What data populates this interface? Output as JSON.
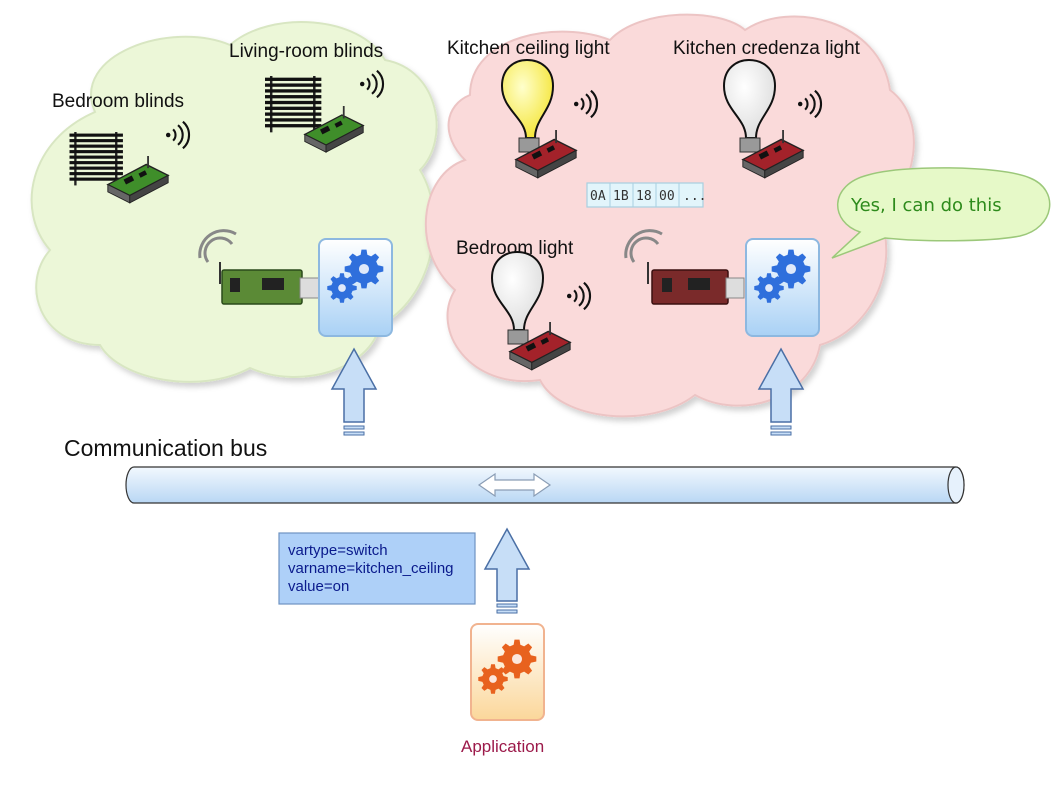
{
  "zones": {
    "left": {
      "devices": {
        "bedroom_blinds": "Bedroom blinds",
        "living_room_blinds": "Living-room blinds"
      }
    },
    "right": {
      "devices": {
        "kitchen_ceiling_light": "Kitchen ceiling light",
        "kitchen_credenza_light": "Kitchen credenza light",
        "bedroom_light": "Bedroom light"
      },
      "radio_packet": [
        "0A",
        "1B",
        "18",
        "00",
        "..."
      ],
      "speech_bubble": "Yes, I can do this"
    }
  },
  "bus": {
    "label": "Communication bus"
  },
  "message": {
    "lines": [
      "vartype=switch",
      "varname=kitchen_ceiling",
      "value=on"
    ]
  },
  "application": {
    "label": "Application"
  },
  "colors": {
    "left_cloud": "#ecf7d8",
    "right_cloud": "#fadada",
    "arrow_fill": "#c7def7",
    "arrow_stroke": "#4a6fa5",
    "bus_fill": "#d3e6f8",
    "note_fill": "#aed0f8",
    "bubble_fill": "#e6f9c8",
    "green_board": "#4e7a2e",
    "red_board": "#8a2e2e",
    "gear_blue": "#2f6fdc",
    "gear_orange": "#e8621e"
  }
}
